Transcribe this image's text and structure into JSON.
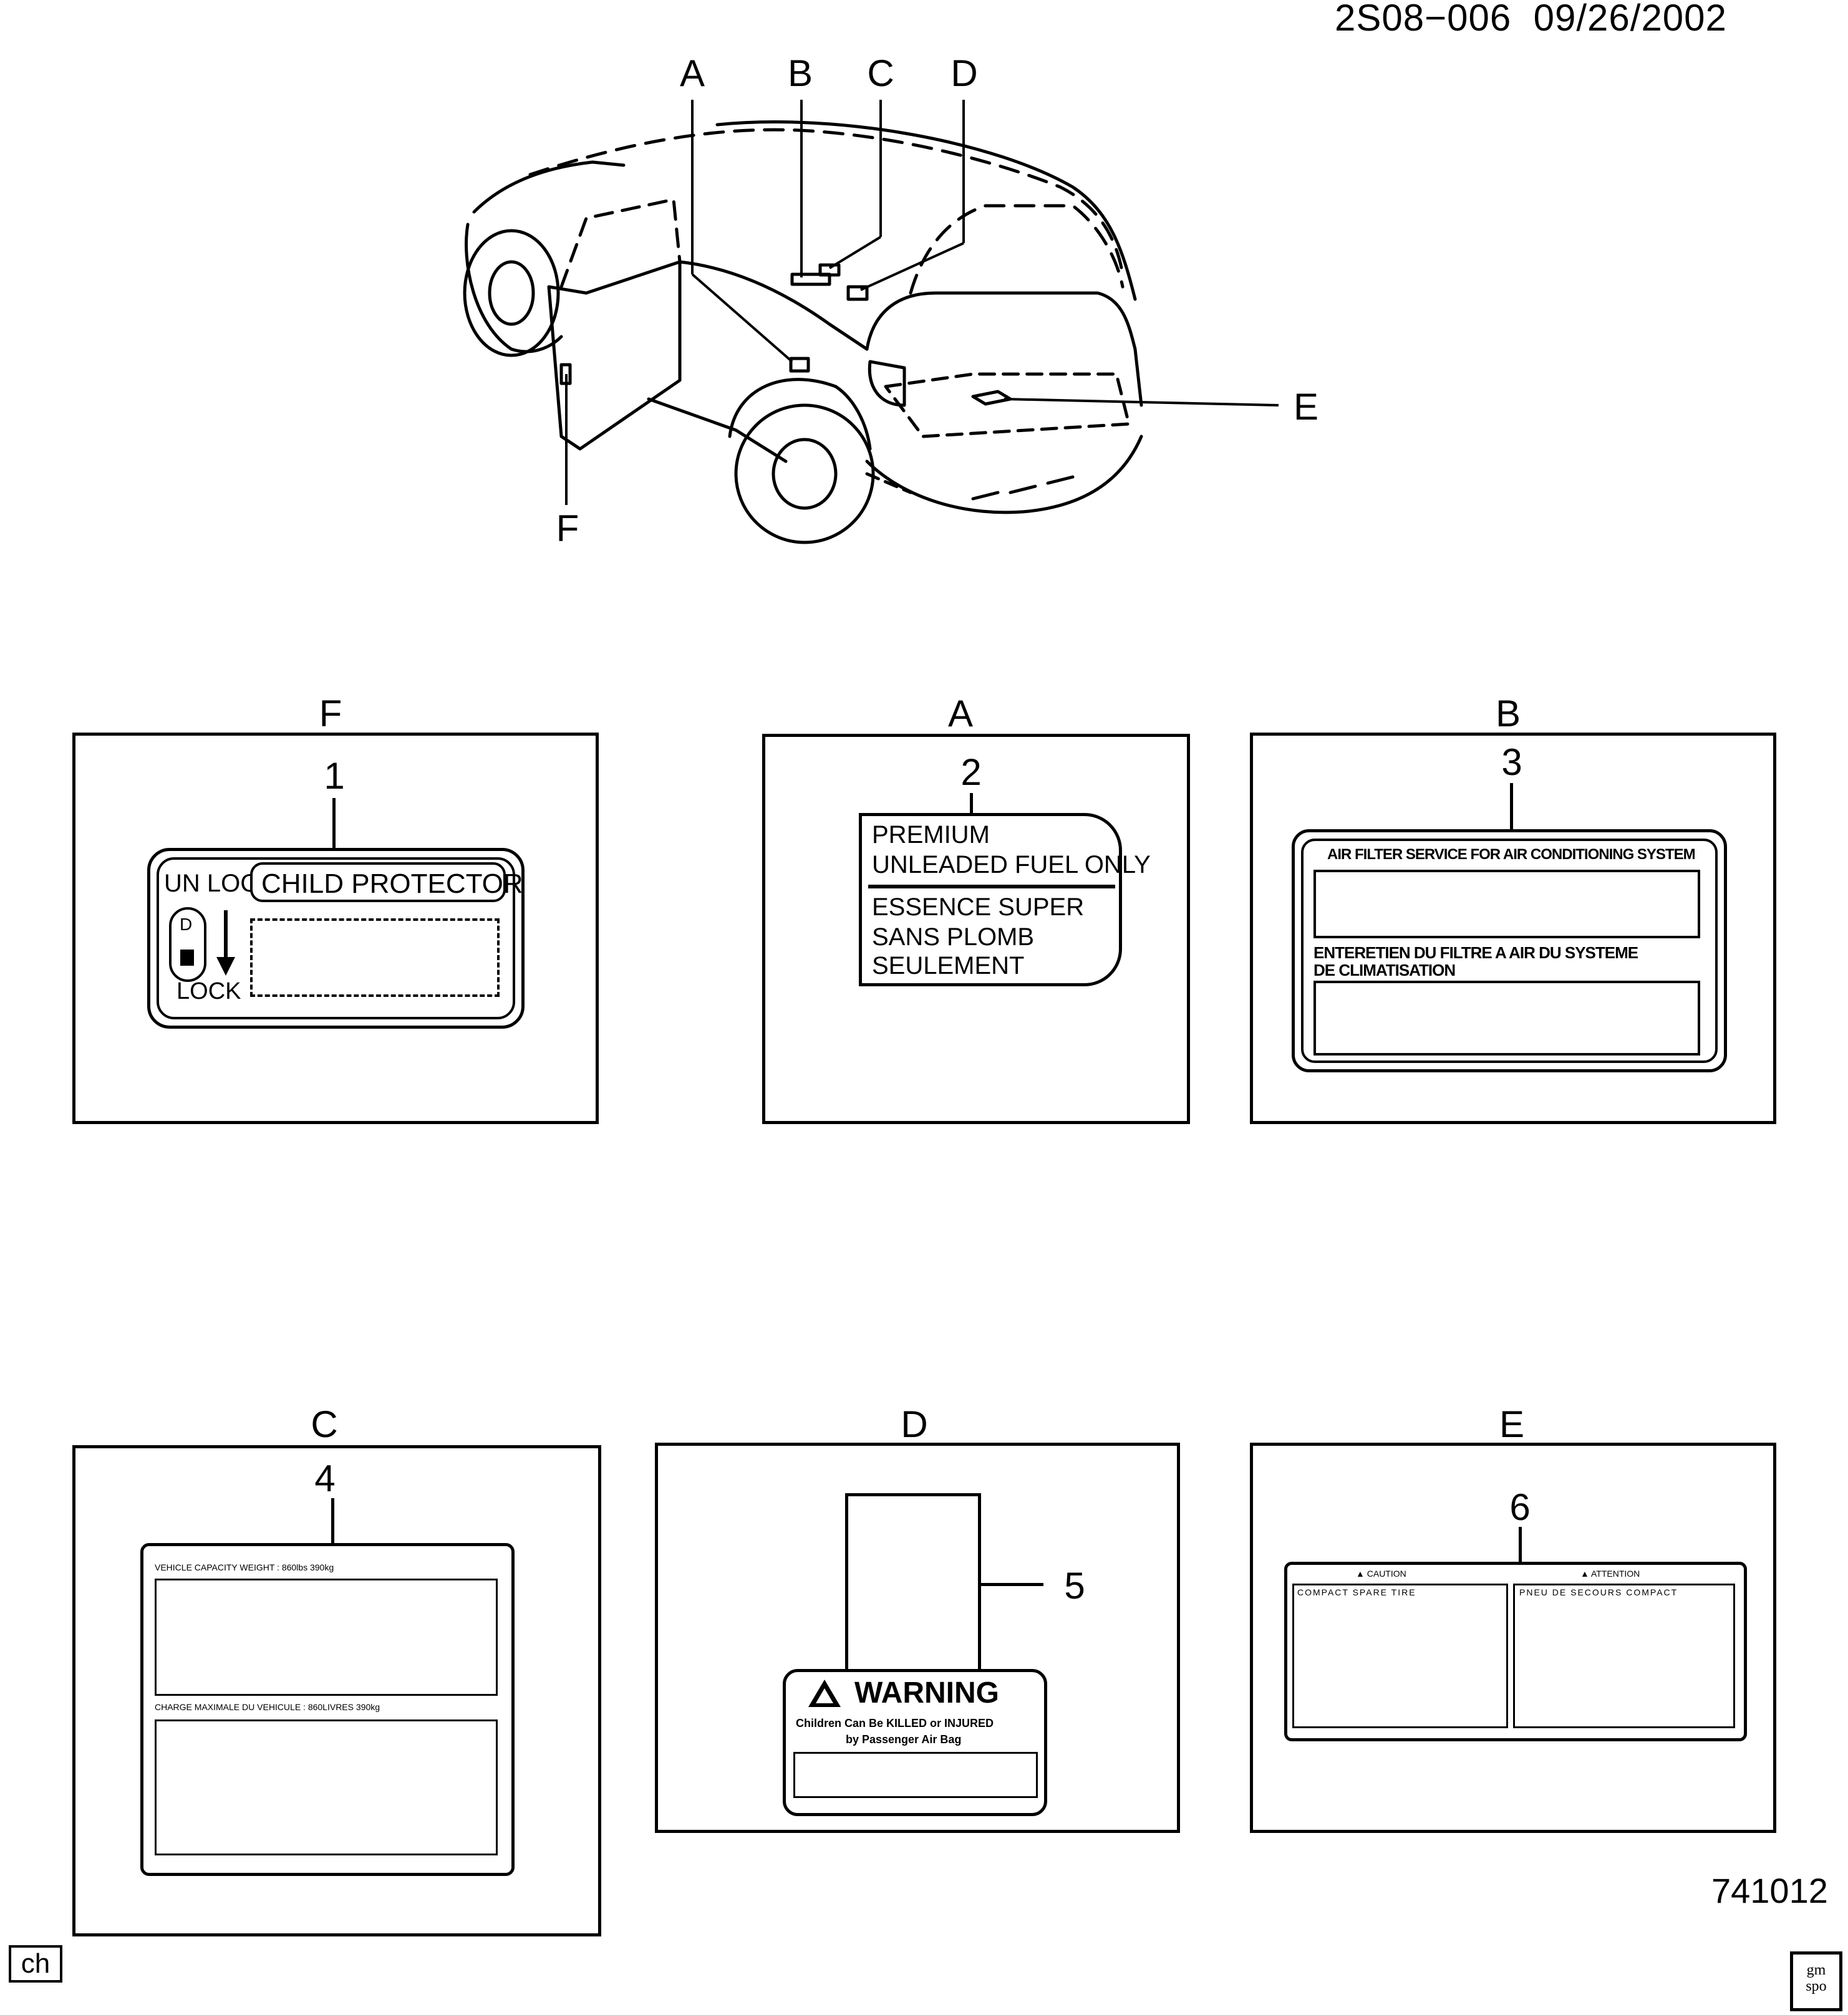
{
  "header": {
    "code": "2S08−006",
    "date": "09/26/2002"
  },
  "overview": {
    "callouts": [
      "A",
      "B",
      "C",
      "D",
      "E",
      "F"
    ]
  },
  "panels": [
    {
      "letter": "F",
      "item": "1",
      "label": {
        "left_top": "UN LOCK",
        "left_bottom": "LOCK",
        "switch_top": "D",
        "title": "CHILD PROTECTOR"
      }
    },
    {
      "letter": "A",
      "item": "2",
      "label": {
        "lines_en": [
          "PREMIUM",
          "UNLEADED FUEL ONLY"
        ],
        "lines_fr": [
          "ESSENCE SUPER",
          "SANS PLOMB",
          "SEULEMENT"
        ]
      }
    },
    {
      "letter": "B",
      "item": "3",
      "label": {
        "title_en": "AIR FILTER SERVICE FOR AIR CONDITIONING SYSTEM",
        "title_fr": [
          "ENTERETIEN DU FILTRE A AIR DU SYSTEME",
          "DE CLIMATISATION"
        ]
      }
    },
    {
      "letter": "C",
      "item": "4",
      "label": {
        "line1": "VEHICLE CAPACITY WEIGHT : 860lbs  390kg",
        "line2": "CHARGE MAXIMALE DU VEHICULE : 860LIVRES  390kg"
      }
    },
    {
      "letter": "D",
      "item": "5",
      "label": {
        "title": "WARNING",
        "text": [
          "Children Can Be KILLED or INJURED",
          "by Passenger Air Bag"
        ]
      }
    },
    {
      "letter": "E",
      "item": "6",
      "label": {
        "caution_en": "CAUTION",
        "caution_fr": "ATTENTION",
        "col_en": "COMPACT SPARE TIRE",
        "col_fr": "PNEU DE SECOURS COMPACT"
      }
    }
  ],
  "footer": {
    "figure_number": "741012",
    "tag": "ch",
    "logo_text": [
      "gm",
      "spo"
    ]
  }
}
